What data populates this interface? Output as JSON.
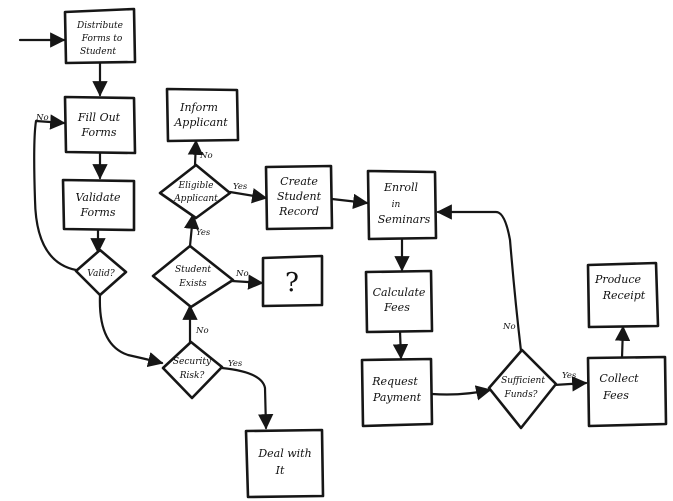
{
  "nodes": {
    "distribute": {
      "lines": [
        "Distribute",
        "Forms to",
        "Student"
      ]
    },
    "fill_out": {
      "lines": [
        "Fill Out",
        "Forms"
      ]
    },
    "validate": {
      "lines": [
        "Validate",
        "Forms"
      ]
    },
    "valid": {
      "lines": [
        "Valid?"
      ]
    },
    "security_risk": {
      "lines": [
        "Security",
        "Risk?"
      ]
    },
    "deal_with_it": {
      "lines": [
        "Deal with",
        "It"
      ]
    },
    "student_exists": {
      "lines": [
        "Student",
        "Exists"
      ]
    },
    "unknown": {
      "lines": [
        "?"
      ]
    },
    "eligible": {
      "lines": [
        "Eligible",
        "Applicant"
      ]
    },
    "inform": {
      "lines": [
        "Inform",
        "Applicant"
      ]
    },
    "create_record": {
      "lines": [
        "Create",
        "Student",
        "Record"
      ]
    },
    "enroll": {
      "lines": [
        "Enroll",
        "in",
        "Seminars"
      ]
    },
    "calc_fees": {
      "lines": [
        "Calculate",
        "Fees"
      ]
    },
    "request_payment": {
      "lines": [
        "Request",
        "Payment"
      ]
    },
    "sufficient": {
      "lines": [
        "Sufficient",
        "Funds?"
      ]
    },
    "collect": {
      "lines": [
        "Collect",
        "Fees"
      ]
    },
    "receipt": {
      "lines": [
        "Produce",
        "Receipt"
      ]
    }
  },
  "edge_labels": {
    "valid_no": "No",
    "security_yes": "Yes",
    "security_no": "No",
    "exists_yes": "Yes",
    "exists_no": "No",
    "eligible_yes": "Yes",
    "eligible_no": "No",
    "sufficient_no": "No",
    "sufficient_yes": "Yes"
  }
}
